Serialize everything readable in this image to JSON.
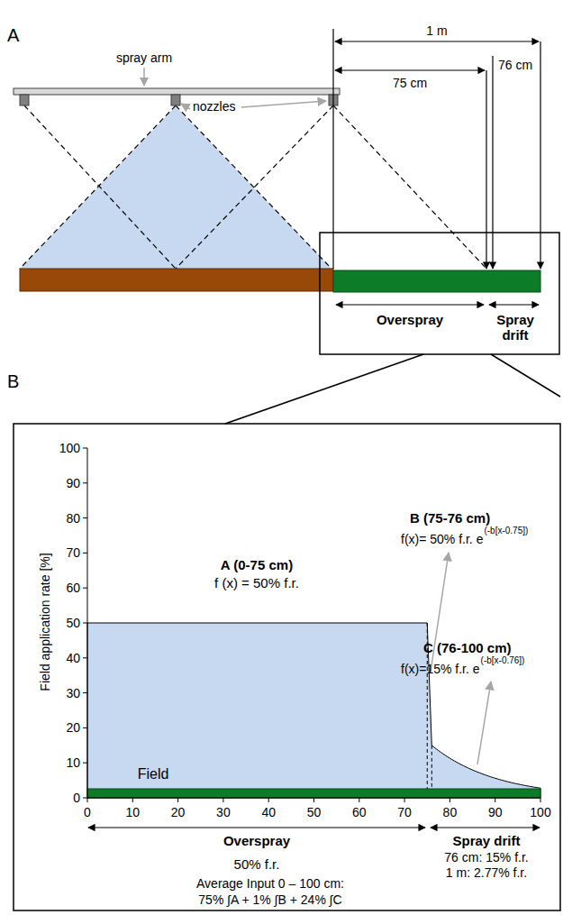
{
  "diagram": {
    "labels": [
      "A",
      "spray arm",
      "nozzles",
      "1 m",
      "76 cm",
      "75 cm",
      "Overspray",
      "Spray drift",
      "B",
      "100",
      "90",
      "80",
      "70",
      "60",
      "50",
      "40",
      "30",
      "20",
      "10",
      "0",
      "Field application rate [%]",
      "A (0-75 cm)",
      "f (x) = 50% f.r.",
      "B (75-76 cm)",
      "f(x)= 50% f.r. e",
      "(-b[x-0.75])",
      "C (76-100 cm)",
      "f(x)=15% f.r. e",
      "(-b[x-0.76])",
      "Field",
      "0",
      "10",
      "20",
      "30",
      "40",
      "50",
      "60",
      "70",
      "80",
      "90",
      "100",
      "Overspray",
      "Spray drift",
      "76 cm: 15% f.r.",
      "1 m: 2.77% f.r.",
      "50% f.r.",
      "Average Input 0 – 100 cm:",
      "75% ∫A + 1% ∫B + 24% ∫C"
    ]
  }
}
